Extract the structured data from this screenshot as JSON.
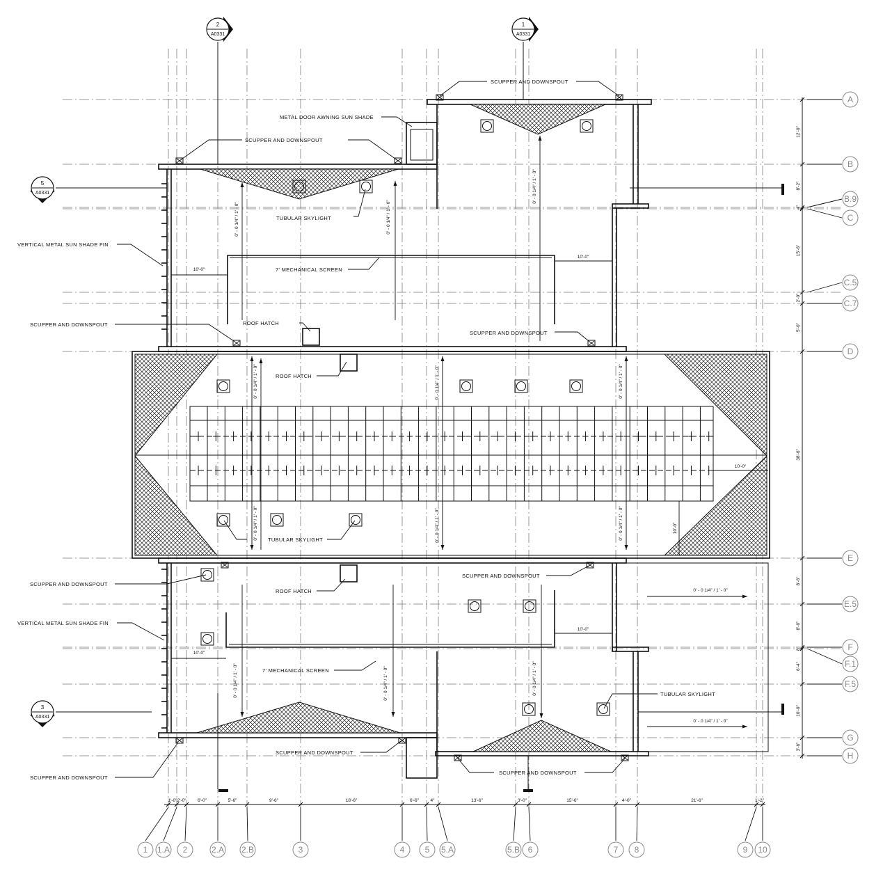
{
  "grid_columns": [
    "1",
    "1.A",
    "2",
    "2.A",
    "2.B",
    "3",
    "4",
    "5",
    "5.A",
    "5.B",
    "6",
    "7",
    "8",
    "9",
    "10"
  ],
  "grid_rows": [
    "A",
    "B",
    "B.9",
    "C",
    "C.5",
    "C.7",
    "D",
    "E",
    "E.5",
    "F",
    "F.1",
    "F.5",
    "G",
    "H"
  ],
  "bottom_dims": [
    "1'-0\"",
    "2'-0\"",
    "6'-0\"",
    "5'-6\"",
    "9'-6\"",
    "18'-6\"",
    "6'-6\"",
    "4\"",
    "13'-6\"",
    "3'-0\"",
    "15'-6\"",
    "4'-0\"",
    "21'-6\"",
    "1'-2\""
  ],
  "right_dims": [
    "12'-0\"",
    "8'-2\"",
    "4\"",
    "15'-6\"",
    "2'-0\"",
    "5'-0\"",
    "38'-6\"",
    "8'-6\"",
    "8'-0\"",
    "8\"",
    "6'-4\"",
    "10'-0\"",
    "3'-6\""
  ],
  "section_markers": [
    {
      "number": "2",
      "sheet": "A0331"
    },
    {
      "number": "1",
      "sheet": "A0331"
    },
    {
      "number": "5",
      "sheet": "A0331"
    },
    {
      "number": "3",
      "sheet": "A0331"
    }
  ],
  "labels": {
    "scupper": "SCUPPER AND DOWNSPOUT",
    "awning": "METAL DOOR AWNING SUN SHADE",
    "skylight": "TUBULAR SKYLIGHT",
    "fin": "VERTICAL METAL SUN SHADE FIN",
    "mech_screen": "7' MECHANICAL SCREEN",
    "roof_hatch": "ROOF HATCH"
  },
  "dims": {
    "ten": "10'-0\"",
    "slope_v": "0' - 0 1/4\" / 1' - 0\"",
    "slope_h": "0' - 0 1/4\" / 1' - 0\""
  },
  "colors": {
    "line": "#111111",
    "grid": "#7a7a7a",
    "bubble": "#888888"
  }
}
